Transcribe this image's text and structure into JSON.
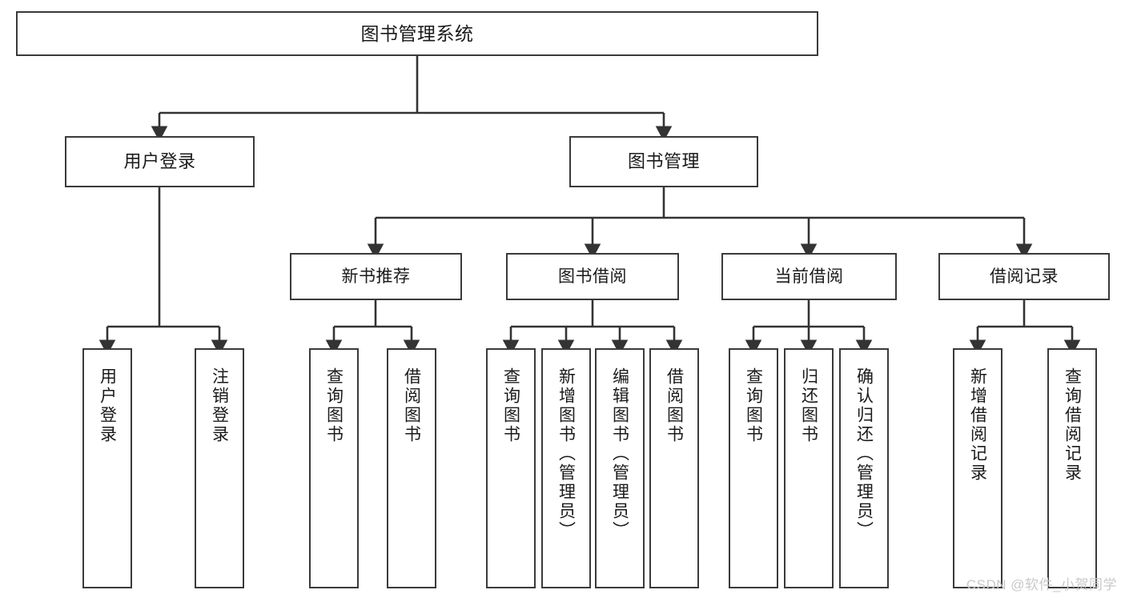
{
  "diagram": {
    "type": "tree",
    "title": "图书管理系统",
    "colors": {
      "background": "#ffffff",
      "box_border": "#3a3a3a",
      "box_fill": "#ffffff",
      "connector": "#333333",
      "text": "#1a1a1a",
      "watermark": "#c9c9c9"
    },
    "watermark": "CSDN @软件_小贺同学",
    "nodes": {
      "root": {
        "label": "图书管理系统"
      },
      "level2": [
        {
          "id": "user-login",
          "label": "用户登录"
        },
        {
          "id": "book-manage",
          "label": "图书管理"
        }
      ],
      "level3": [
        {
          "id": "new-book-recommend",
          "label": "新书推荐",
          "parent": "book-manage"
        },
        {
          "id": "book-borrow",
          "label": "图书借阅",
          "parent": "book-manage"
        },
        {
          "id": "current-borrow",
          "label": "当前借阅",
          "parent": "book-manage"
        },
        {
          "id": "borrow-record",
          "label": "借阅记录",
          "parent": "book-manage"
        }
      ],
      "leaves": [
        {
          "id": "leaf-user-login",
          "label": "用户登录",
          "parent": "user-login"
        },
        {
          "id": "leaf-logout",
          "label": "注销登录",
          "parent": "user-login"
        },
        {
          "id": "leaf-query-book-1",
          "label": "查询图书",
          "parent": "new-book-recommend"
        },
        {
          "id": "leaf-borrow-book-1",
          "label": "借阅图书",
          "parent": "new-book-recommend"
        },
        {
          "id": "leaf-query-book-2",
          "label": "查询图书",
          "parent": "book-borrow"
        },
        {
          "id": "leaf-add-book",
          "label": "新增图书（管理员）",
          "parent": "book-borrow"
        },
        {
          "id": "leaf-edit-book",
          "label": "编辑图书（管理员）",
          "parent": "book-borrow"
        },
        {
          "id": "leaf-borrow-book-2",
          "label": "借阅图书",
          "parent": "book-borrow"
        },
        {
          "id": "leaf-query-book-3",
          "label": "查询图书",
          "parent": "current-borrow"
        },
        {
          "id": "leaf-return-book",
          "label": "归还图书",
          "parent": "current-borrow"
        },
        {
          "id": "leaf-confirm-return",
          "label": "确认归还（管理员）",
          "parent": "current-borrow"
        },
        {
          "id": "leaf-add-record",
          "label": "新增借阅记录",
          "parent": "borrow-record"
        },
        {
          "id": "leaf-query-record",
          "label": "查询借阅记录",
          "parent": "borrow-record"
        }
      ]
    }
  }
}
